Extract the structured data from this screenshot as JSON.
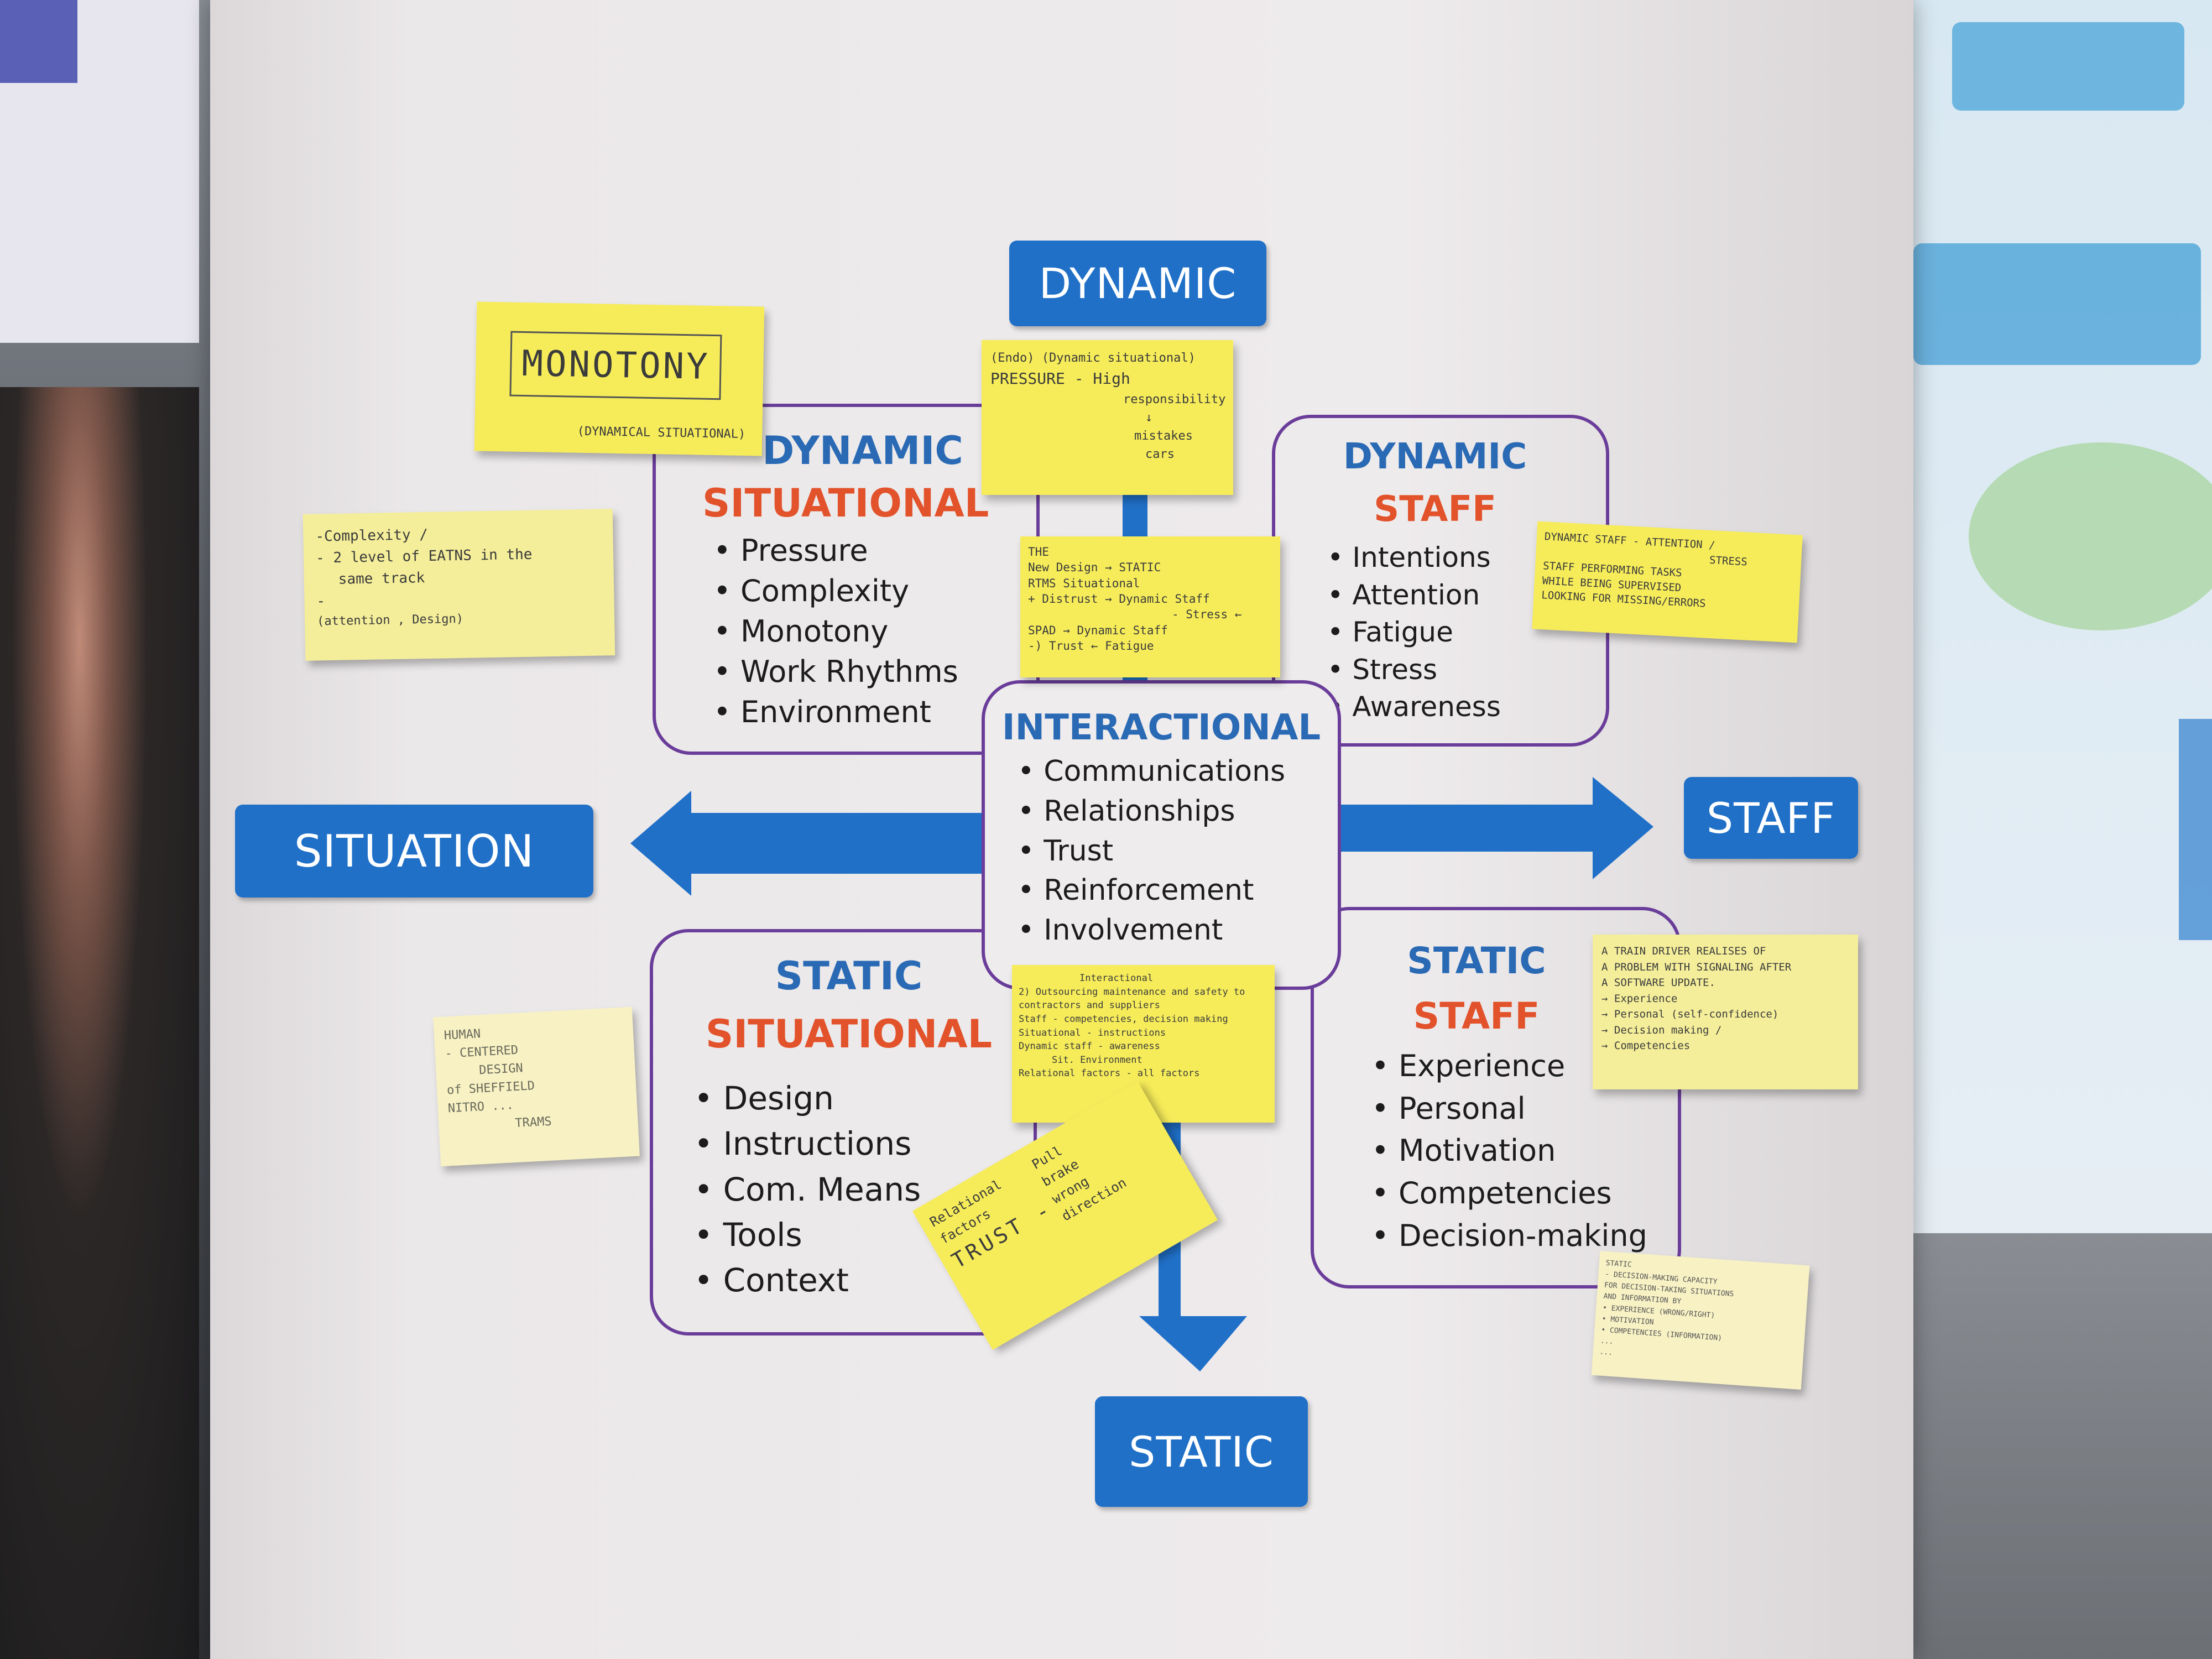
{
  "axis_labels": {
    "top": "DYNAMIC",
    "bottom": "STATIC",
    "left": "SITUATION",
    "right": "STAFF"
  },
  "quadrants": {
    "dynamic_situational": {
      "title_line1": "DYNAMIC",
      "title_line2": "SITUATIONAL",
      "items": [
        "Pressure",
        "Complexity",
        "Monotony",
        "Work Rhythms",
        "Environment"
      ]
    },
    "dynamic_staff": {
      "title_line1": "DYNAMIC",
      "title_line2": "STAFF",
      "items": [
        "Intentions",
        "Attention",
        "Fatigue",
        "Stress",
        "Awareness"
      ]
    },
    "static_situational": {
      "title_line1": "STATIC",
      "title_line2": "SITUATIONAL",
      "items": [
        "Design",
        "Instructions",
        "Com. Means",
        "Tools",
        "Context"
      ]
    },
    "static_staff": {
      "title_line1": "STATIC",
      "title_line2": "STAFF",
      "items": [
        "Experience",
        "Personal",
        "Motivation",
        "Competencies",
        "Decision-making"
      ]
    },
    "interactional": {
      "title": "INTERACTIONAL",
      "items": [
        "Communications",
        "Relationships",
        "Trust",
        "Reinforcement",
        "Involvement"
      ]
    }
  },
  "sticky_notes": {
    "monotony": {
      "main": "MONOTONY",
      "sub": "(DYNAMICAL SITUATIONAL)"
    },
    "complexity": {
      "line1": "-Complexity /",
      "line2": "- 2 level of EATNS in the",
      "line3": "same track",
      "line4": "-",
      "line5": "(attention , Design)"
    },
    "pressure": {
      "line1": "(Endo) (Dynamic situational)",
      "line2": "PRESSURE - High",
      "line3": "responsibility",
      "line4": "↓",
      "line5": "mistakes",
      "line6": "cars"
    },
    "new_design": {
      "line1": "THE",
      "line2": "New Design → STATIC",
      "line3": "RTMS       Situational",
      "line4": "+ Distrust → Dynamic Staff",
      "line5": "- Stress ←",
      "line6": "SPAD → Dynamic Staff",
      "line7": "-) Trust ← Fatigue"
    },
    "dynamic_staff_note": {
      "line1": "DYNAMIC STAFF - ATTENTION /",
      "line2": "STRESS",
      "line3": "STAFF PERFORMING TASKS",
      "line4": "WHILE BEING SUPERVISED",
      "line5": "LOOKING FOR MISSING/ERRORS"
    },
    "interactional_note": {
      "line1": "Interactional",
      "line2": "2) Outsourcing maintenance and safety to",
      "line3": "contractors and suppliers",
      "line4": "Staff - competencies, decision making",
      "line5": "Situational - instructions",
      "line6": "Dynamic staff - awareness",
      "line7": "Sit. Environment",
      "line8": "Relational factors - all factors"
    },
    "trust": {
      "line1": "Relational",
      "line2": "factors",
      "line3": "TRUST -",
      "line4": "Pull",
      "line5": "brake",
      "line6": "wrong",
      "line7": "direction"
    },
    "human_centred": {
      "line1": "HUMAN",
      "line2": "- CENTERED",
      "line3": "DESIGN",
      "line4": "of SHEFFIELD",
      "line5": "NITRO ...",
      "line6": "TRAMS"
    },
    "train_driver": {
      "line1": "A TRAIN DRIVER REALISES OF",
      "line2": "A PROBLEM WITH SIGNALING AFTER",
      "line3": "A SOFTWARE UPDATE.",
      "line4": "→ Experience",
      "line5": "→ Personal (self-confidence)",
      "line6": "→ Decision making /",
      "line7": "→ Competencies"
    },
    "static_note": {
      "line1": "STATIC",
      "line2": "- DECISION-MAKING CAPACITY",
      "line3": "FOR DECISION-TAKING SITUATIONS",
      "line4": "AND INFORMATION BY",
      "line5": "• EXPERIENCE (WRONG/RIGHT)",
      "line6": "• MOTIVATION",
      "line7": "• COMPETENCIES (INFORMATION)",
      "line8": "...",
      "line9": "..."
    }
  },
  "colors": {
    "axis_blue": "#2070c8",
    "title_blue": "#2a6ab5",
    "title_red": "#e2522b",
    "border_purple": "#6a3d9a",
    "sticky_yellow": "#f6ec5a"
  }
}
